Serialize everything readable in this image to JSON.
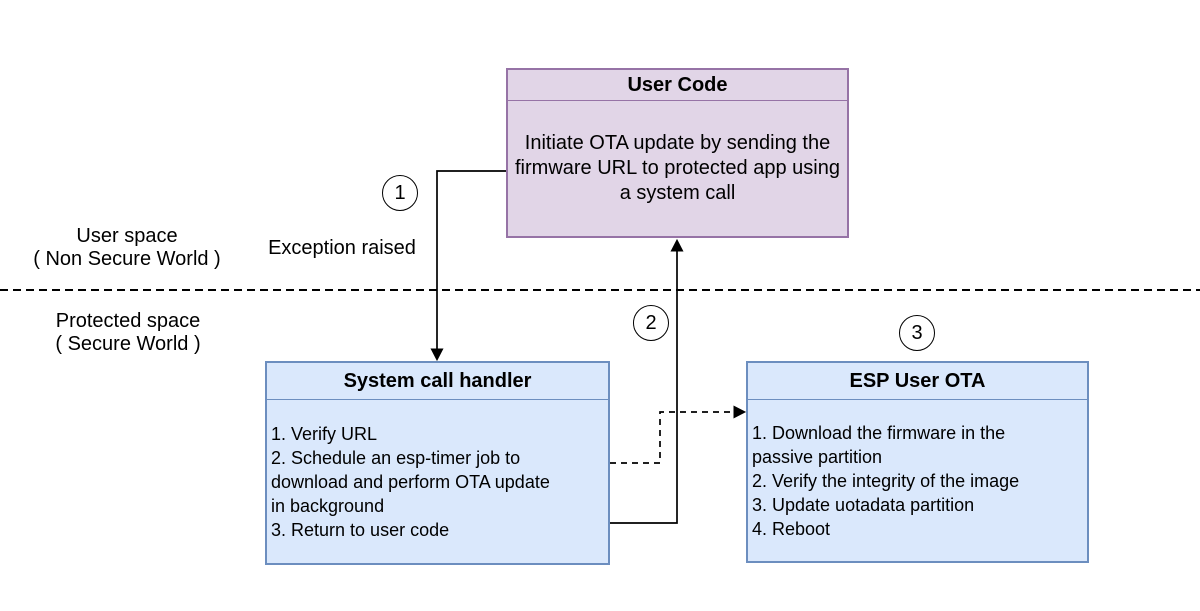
{
  "diagram": {
    "regions": {
      "user_space": {
        "line1": "User space",
        "line2": "( Non Secure World )"
      },
      "protected_space": {
        "line1": "Protected space",
        "line2": "( Secure World )"
      }
    },
    "annotations": {
      "exception_label": "Exception raised"
    },
    "boxes": {
      "user_code": {
        "title": "User Code",
        "body": "Initiate OTA update by sending the firmware URL to protected app using a system call",
        "fill": "#E1D5E7",
        "border": "#9673A6"
      },
      "system_call_handler": {
        "title": "System call handler",
        "items": [
          "1. Verify URL",
          "2. Schedule an esp-timer job to download and perform OTA update in background",
          "3. Return to user code"
        ],
        "fill": "#DAE8FC",
        "border": "#6C8EBF"
      },
      "esp_user_ota": {
        "title": "ESP User OTA",
        "items": [
          "1. Download the firmware in the passive partition",
          "2. Verify the integrity of the image",
          "3. Update uotadata partition",
          "4. Reboot"
        ],
        "fill": "#DAE8FC",
        "border": "#6C8EBF"
      }
    },
    "steps": [
      {
        "label": "1"
      },
      {
        "label": "2"
      },
      {
        "label": "3"
      }
    ],
    "line_color": "#000000"
  }
}
